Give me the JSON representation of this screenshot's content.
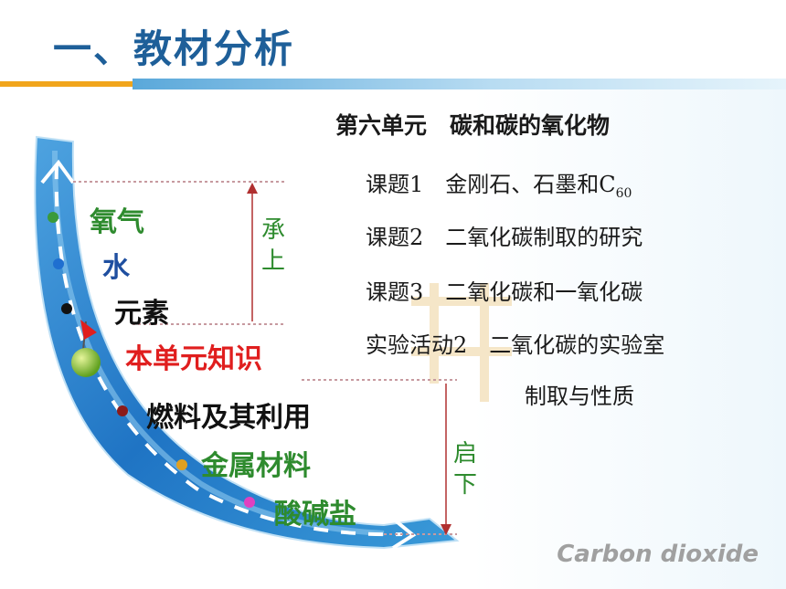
{
  "title": "一、教材分析",
  "unit_title": "第六单元　碳和碳的氧化物",
  "lessons": [
    {
      "prefix": "课题1　金刚石、石墨和C",
      "sub": "60"
    },
    {
      "prefix": "课题2　二氧化碳制取的研究",
      "sub": ""
    },
    {
      "prefix": "课题3　二氧化碳和一氧化碳",
      "sub": ""
    },
    {
      "prefix": "实验活动2　二氧化碳的实验室",
      "sub": ""
    }
  ],
  "lesson_continued": "制取与性质",
  "topics": {
    "oxygen": "氧气",
    "water": "水",
    "element": "元素",
    "current": "本单元知识",
    "fuel": "燃料及其利用",
    "metal": "金属材料",
    "acid": "酸碱盐"
  },
  "bracket_up": "承上",
  "bracket_down": "启下",
  "footer": "Carbon  dioxide",
  "colors": {
    "title": "#1e5f99",
    "arc": "#2a7cc7",
    "green": "#2e8b2e",
    "red": "#e01e1e",
    "orange_stripe": "#f1a51b"
  }
}
